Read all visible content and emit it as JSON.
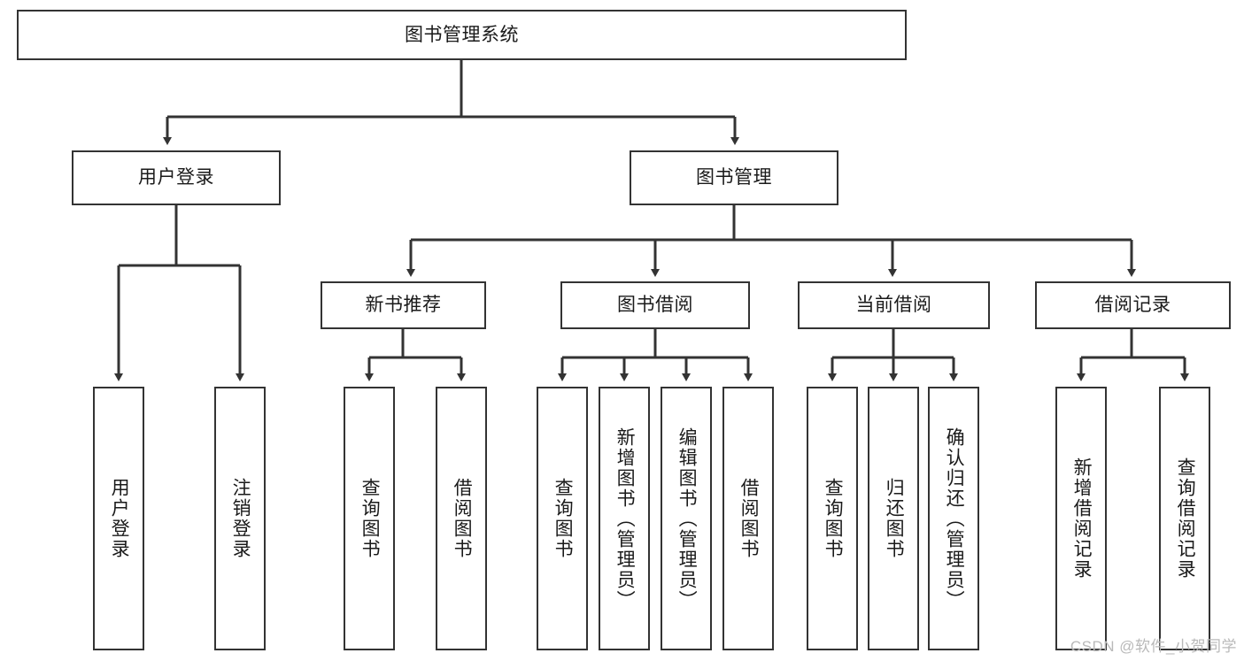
{
  "diagram": {
    "title": "图书管理系统",
    "watermark": "CSDN @软件_小贺同学",
    "line_color": "#333333",
    "box_border_color": "#333333",
    "box_fill_color": "#ffffff",
    "text_color": "#1a1a1a",
    "watermark_color": "#b9b9b9",
    "nodes": {
      "root": {
        "label": "图书管理系统",
        "orientation": "horizontal"
      },
      "user_login": {
        "label": "用户登录",
        "orientation": "horizontal"
      },
      "book_manage": {
        "label": "图书管理",
        "orientation": "horizontal"
      },
      "new_book_rec": {
        "label": "新书推荐",
        "orientation": "horizontal"
      },
      "book_borrow": {
        "label": "图书借阅",
        "orientation": "horizontal"
      },
      "current_borrow": {
        "label": "当前借阅",
        "orientation": "horizontal"
      },
      "borrow_record": {
        "label": "借阅记录",
        "orientation": "horizontal"
      },
      "leaf_user_login": {
        "label": "用户登录",
        "orientation": "vertical"
      },
      "leaf_logout": {
        "label": "注销登录",
        "orientation": "vertical"
      },
      "leaf_query_book_a": {
        "label": "查询图书",
        "orientation": "vertical"
      },
      "leaf_borrow_book_a": {
        "label": "借阅图书",
        "orientation": "vertical"
      },
      "leaf_query_book_b": {
        "label": "查询图书",
        "orientation": "vertical"
      },
      "leaf_add_book": {
        "label": "新增图书（管理员）",
        "orientation": "vertical"
      },
      "leaf_edit_book": {
        "label": "编辑图书（管理员）",
        "orientation": "vertical"
      },
      "leaf_borrow_book_b": {
        "label": "借阅图书",
        "orientation": "vertical"
      },
      "leaf_query_book_c": {
        "label": "查询图书",
        "orientation": "vertical"
      },
      "leaf_return_book": {
        "label": "归还图书",
        "orientation": "vertical"
      },
      "leaf_confirm_return": {
        "label": "确认归还（管理员）",
        "orientation": "vertical"
      },
      "leaf_add_record": {
        "label": "新增借阅记录",
        "orientation": "vertical"
      },
      "leaf_query_record": {
        "label": "查询借阅记录",
        "orientation": "vertical"
      }
    },
    "hierarchy": [
      {
        "label": "图书管理系统",
        "children": [
          {
            "label": "用户登录",
            "children": [
              {
                "label": "用户登录",
                "children": []
              },
              {
                "label": "注销登录",
                "children": []
              }
            ]
          },
          {
            "label": "图书管理",
            "children": [
              {
                "label": "新书推荐",
                "children": [
                  {
                    "label": "查询图书",
                    "children": []
                  },
                  {
                    "label": "借阅图书",
                    "children": []
                  }
                ]
              },
              {
                "label": "图书借阅",
                "children": [
                  {
                    "label": "查询图书",
                    "children": []
                  },
                  {
                    "label": "新增图书（管理员）",
                    "children": []
                  },
                  {
                    "label": "编辑图书（管理员）",
                    "children": []
                  },
                  {
                    "label": "借阅图书",
                    "children": []
                  }
                ]
              },
              {
                "label": "当前借阅",
                "children": [
                  {
                    "label": "查询图书",
                    "children": []
                  },
                  {
                    "label": "归还图书",
                    "children": []
                  },
                  {
                    "label": "确认归还（管理员）",
                    "children": []
                  }
                ]
              },
              {
                "label": "借阅记录",
                "children": [
                  {
                    "label": "新增借阅记录",
                    "children": []
                  },
                  {
                    "label": "查询借阅记录",
                    "children": []
                  }
                ]
              }
            ]
          }
        ]
      }
    ]
  }
}
